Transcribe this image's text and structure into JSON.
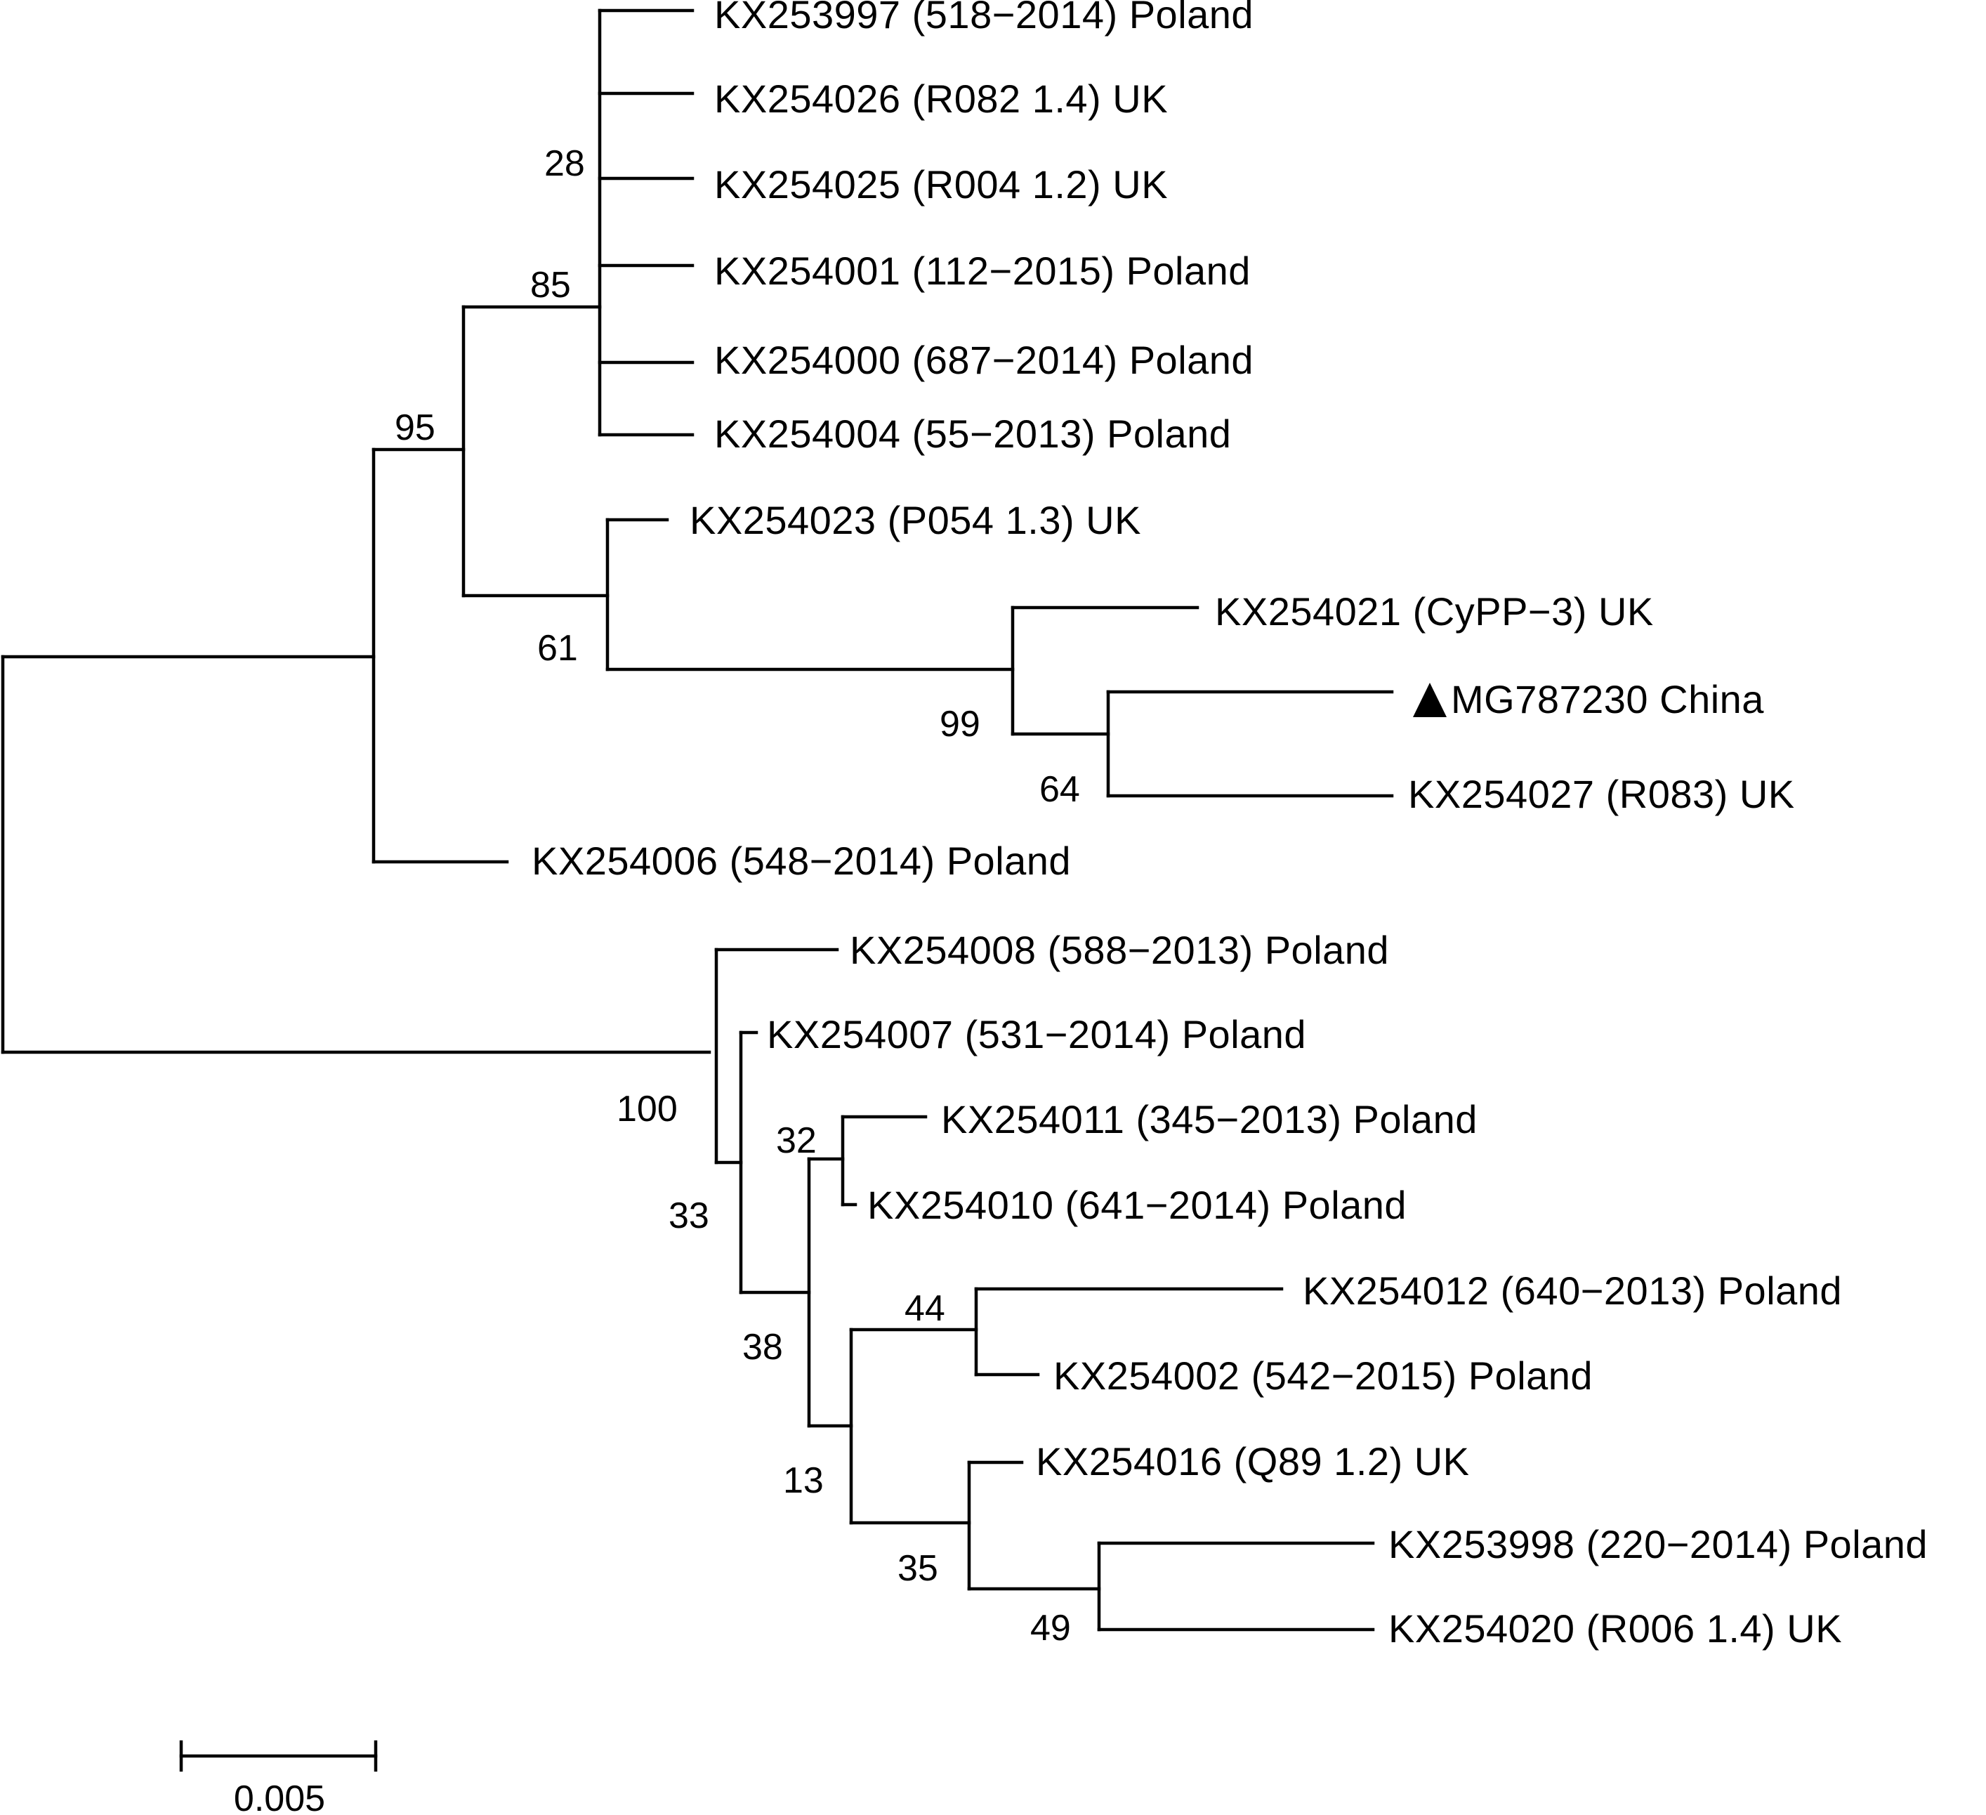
{
  "tree": {
    "taxa": [
      {
        "id": "t1",
        "label": "KX253997 (518−2014) Poland"
      },
      {
        "id": "t2",
        "label": "KX254026 (R082 1.4) UK"
      },
      {
        "id": "t3",
        "label": "KX254025 (R004 1.2) UK"
      },
      {
        "id": "t4",
        "label": "KX254001 (112−2015) Poland"
      },
      {
        "id": "t5",
        "label": "KX254000 (687−2014) Poland"
      },
      {
        "id": "t6",
        "label": "KX254004 (55−2013) Poland"
      },
      {
        "id": "t7",
        "label": "KX254023 (P054 1.3) UK"
      },
      {
        "id": "t8",
        "label": "KX254021 (CyPP−3) UK"
      },
      {
        "id": "t9",
        "label": "MG787230 China",
        "marker": "triangle-up-icon"
      },
      {
        "id": "t10",
        "label": "KX254027 (R083) UK"
      },
      {
        "id": "t11",
        "label": "KX254006 (548−2014) Poland"
      },
      {
        "id": "t12",
        "label": "KX254008 (588−2013) Poland"
      },
      {
        "id": "t13",
        "label": "KX254007 (531−2014) Poland"
      },
      {
        "id": "t14",
        "label": "KX254011 (345−2013) Poland"
      },
      {
        "id": "t15",
        "label": "KX254010 (641−2014) Poland"
      },
      {
        "id": "t16",
        "label": "KX254012 (640−2013) Poland"
      },
      {
        "id": "t17",
        "label": "KX254002 (542−2015) Poland"
      },
      {
        "id": "t18",
        "label": "KX254016 (Q89 1.2) UK"
      },
      {
        "id": "t19",
        "label": "KX253998 (220−2014) Poland"
      },
      {
        "id": "t20",
        "label": "KX254020 (R006 1.4) UK"
      }
    ],
    "bootstrap": [
      {
        "id": "b28",
        "value": "28"
      },
      {
        "id": "b85",
        "value": "85"
      },
      {
        "id": "b95",
        "value": "95"
      },
      {
        "id": "b61",
        "value": "61"
      },
      {
        "id": "b99",
        "value": "99"
      },
      {
        "id": "b64",
        "value": "64"
      },
      {
        "id": "b100",
        "value": "100"
      },
      {
        "id": "b33",
        "value": "33"
      },
      {
        "id": "b32",
        "value": "32"
      },
      {
        "id": "b38",
        "value": "38"
      },
      {
        "id": "b44",
        "value": "44"
      },
      {
        "id": "b13",
        "value": "13"
      },
      {
        "id": "b35",
        "value": "35"
      },
      {
        "id": "b49",
        "value": "49"
      }
    ]
  },
  "scale_bar": {
    "label": "0.005",
    "value": 0.005
  },
  "colors": {
    "ink": "#000000",
    "background": "#ffffff"
  }
}
